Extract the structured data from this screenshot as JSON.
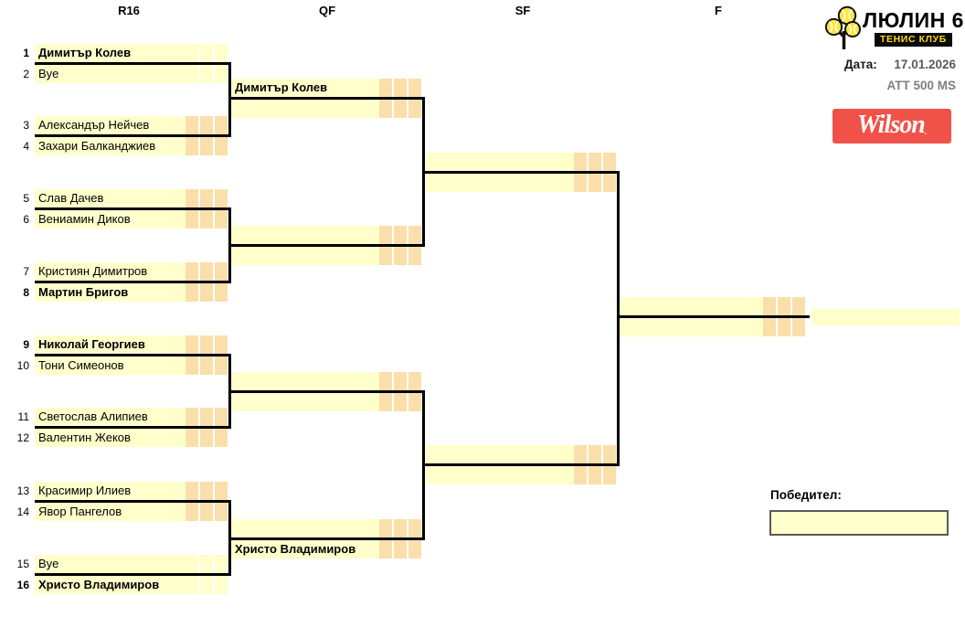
{
  "columns": [
    {
      "label": "R16"
    },
    {
      "label": "QF"
    },
    {
      "label": "SF"
    },
    {
      "label": "F"
    }
  ],
  "club": {
    "name": "ЛЮЛИН 6",
    "subtitle": "ТЕНИС КЛУБ"
  },
  "info": {
    "date_label": "Дата:",
    "date_value": "17.01.2026",
    "category": "ATT 500 MS"
  },
  "sponsor": {
    "name": "Wilson"
  },
  "winner": {
    "label": "Победител:",
    "value": ""
  },
  "colors": {
    "slot_band": "#FFFFCC",
    "score_cell": "#FBDFAA",
    "bracket_line": "#000000",
    "sponsor_red": "#F0524A",
    "badge_bg": "#0A0A0A",
    "badge_text": "#FFD90F",
    "date_gray": "#595959",
    "category_gray": "#7F7F7F"
  },
  "r16": [
    {
      "seed": "1",
      "name": "Димитър Колев",
      "bold": true,
      "scored": false
    },
    {
      "seed": "2",
      "name": "Bye",
      "bold": false,
      "scored": false
    },
    {
      "seed": "3",
      "name": "Александър Нейчев",
      "bold": false,
      "scored": true
    },
    {
      "seed": "4",
      "name": "Захари Балканджиев",
      "bold": false,
      "scored": true
    },
    {
      "seed": "5",
      "name": "Слав Дачев",
      "bold": false,
      "scored": true
    },
    {
      "seed": "6",
      "name": "Вениамин Диков",
      "bold": false,
      "scored": true
    },
    {
      "seed": "7",
      "name": "Кристиян Димитров",
      "bold": false,
      "scored": true
    },
    {
      "seed": "8",
      "name": "Мартин Бригов",
      "bold": true,
      "scored": true
    },
    {
      "seed": "9",
      "name": "Николай Георгиев",
      "bold": true,
      "scored": true
    },
    {
      "seed": "10",
      "name": "Тони Симеонов",
      "bold": false,
      "scored": true
    },
    {
      "seed": "11",
      "name": "Светослав Алипиев",
      "bold": false,
      "scored": true
    },
    {
      "seed": "12",
      "name": "Валентин Жеков",
      "bold": false,
      "scored": true
    },
    {
      "seed": "13",
      "name": "Красимир Илиев",
      "bold": false,
      "scored": true
    },
    {
      "seed": "14",
      "name": "Явор Пангелов",
      "bold": false,
      "scored": true
    },
    {
      "seed": "15",
      "name": "Bye",
      "bold": false,
      "scored": false
    },
    {
      "seed": "16",
      "name": "Христо Владимиров",
      "bold": true,
      "scored": false
    }
  ],
  "qf": [
    {
      "top": "Димитър Колев",
      "bottom": ""
    },
    {
      "top": "",
      "bottom": ""
    },
    {
      "top": "",
      "bottom": ""
    },
    {
      "top": "",
      "bottom": "Христо Владимиров"
    }
  ],
  "sf": [
    {
      "top": "",
      "bottom": ""
    },
    {
      "top": "",
      "bottom": ""
    }
  ],
  "f": {
    "top": "",
    "bottom": ""
  },
  "champion": ""
}
